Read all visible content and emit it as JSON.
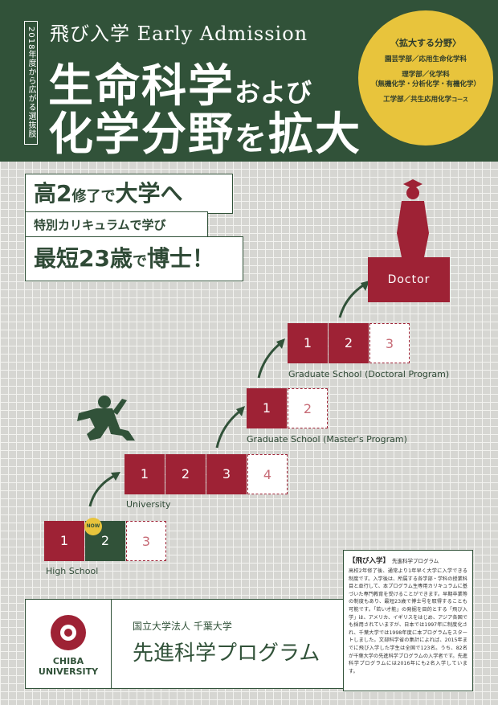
{
  "header": {
    "vertical_tag": "2018年度から広がる選抜肢",
    "line1": "飛び入学 Early Admission",
    "line2_main": "生命科学",
    "line2_small": "および",
    "line3_main": "化学分野",
    "line3_small": "を",
    "line3_end": "拡大"
  },
  "expand": {
    "title": "〈拡大する分野〉",
    "items": [
      {
        "main": "園芸学部",
        "sep": "／",
        "sub": "応用生命化学科",
        "extra": ""
      },
      {
        "main": "理学部",
        "sep": "／",
        "sub": "化学科",
        "extra": "（無機化学・分析化学・有機化学）"
      },
      {
        "main": "工学部",
        "sep": "／",
        "sub": "共生応用化学",
        "extra": "コース"
      }
    ]
  },
  "slogan": {
    "line1_a": "高2",
    "line1_b": "修了で",
    "line1_c": "大学へ",
    "line2": "特別カリキュラムで学び",
    "line3_a": "最短23歳",
    "line3_b": "で",
    "line3_c": "博士！"
  },
  "stages": {
    "high_school": {
      "label": "High School",
      "years": [
        "1",
        "2",
        "3"
      ],
      "now_badge": "NOW"
    },
    "university": {
      "label": "University",
      "years": [
        "1",
        "2",
        "3",
        "4"
      ]
    },
    "masters": {
      "label": "Graduate School (Master's Program)",
      "years": [
        "1",
        "2"
      ]
    },
    "doctoral": {
      "label": "Graduate School (Doctoral Program)",
      "years": [
        "1",
        "2",
        "3"
      ]
    },
    "doctor": {
      "label": "Doctor"
    }
  },
  "footer": {
    "logo_line1": "CHIBA",
    "logo_line2": "UNIVERSITY",
    "university": "国立大学法人 千葉大学",
    "program": "先進科学プログラム"
  },
  "info": {
    "title": "【飛び入学】",
    "subtitle": "先進科学プログラム",
    "body": "高校2年修了後、通常より1年早く大学に入学できる制度です。入学後は、所属する各学部・学科の授業科目と並行して、本プログラム生専用カリキュラムに基づいた専門教育を受けることができます。早期卒業等の制度もあり、最短23歳で博士号を取得することも可能です。「若い才能」の発掘を目的とする「飛び入学」は、アメリカ、イギリスをはじめ、アジア各国でも採用されていますが、日本では1997年に制度化され、千葉大学では1998年度に本プログラムをスタートしました。文部科学省の集計によれば、2015年までに飛び入学した学生は全国で123名。うち、82名が千葉大学の先進科学プログラムの入学者です。先進科学プログラムには2016年にも2名入学しています。"
  },
  "colors": {
    "green": "#315239",
    "crimson": "#9e2235",
    "yellow": "#e8c43c"
  }
}
